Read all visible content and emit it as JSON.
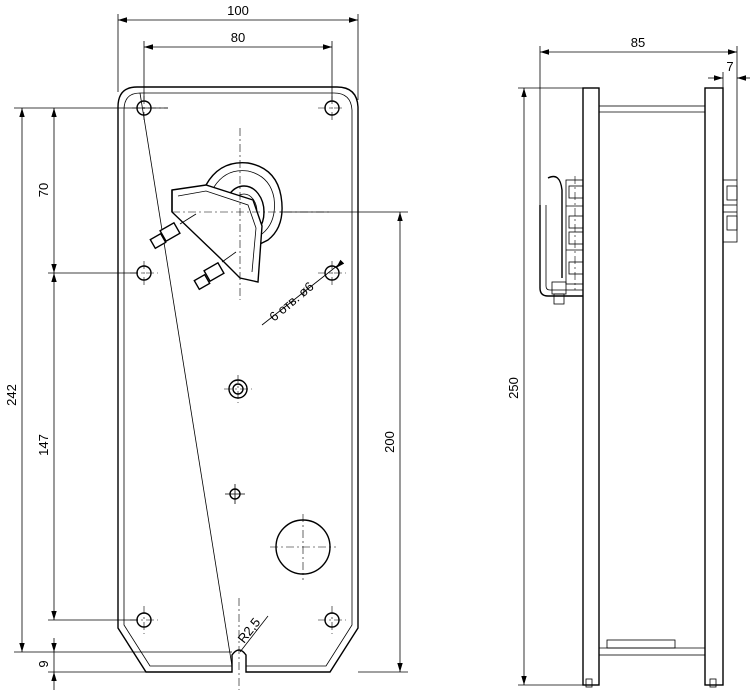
{
  "front_view": {
    "dimensions": {
      "overall_width": "100",
      "hole_spacing_width": "80",
      "overall_height": "242",
      "upper_offset": "70",
      "hole_spacing_height": "147",
      "slot_offset": "9",
      "body_height": "200"
    },
    "callouts": {
      "holes": "6 отв. ø6",
      "slot_radius": "R2,5"
    }
  },
  "side_view": {
    "dimensions": {
      "depth": "85",
      "flange": "7",
      "height": "250"
    }
  }
}
